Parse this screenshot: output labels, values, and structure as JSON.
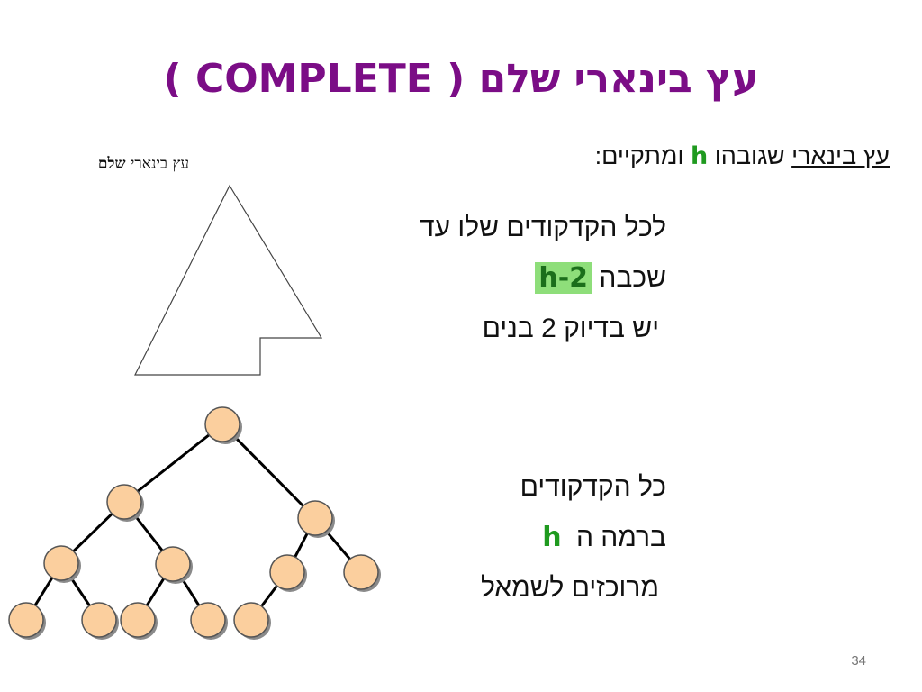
{
  "slide": {
    "title": "עץ בינארי שלם ( COMPLETE )",
    "subtitle": {
      "part1": "עץ בינארי",
      "part2": " שגובהו ",
      "h": "h",
      "part3": " ומתקיים:"
    },
    "rule1": {
      "line1": "לכל הקדקודים שלו עד",
      "line2_prefix": "שכבה ",
      "line2_value": "h-2",
      "line3": "יש בדיוק 2 בנים"
    },
    "rule2": {
      "line1": "כל הקדקודים",
      "line2_prefix": "ברמה ה ",
      "line2_value": "h",
      "line3": "מרוכזים לשמאל"
    },
    "shape_label": {
      "normal": "עץ בינארי ",
      "bold": "שלם"
    },
    "page_number": "34"
  },
  "colors": {
    "title": "#7b0d86",
    "green": "#1f9a1f",
    "highlight": "#8ede7a",
    "node_fill": "#fbcf9e",
    "node_stroke": "#555555"
  },
  "tree": {
    "nodes": [
      "root",
      "L",
      "R",
      "LL",
      "LR",
      "RL",
      "RR",
      "LLL",
      "LLR",
      "LRL",
      "LRR",
      "RLL"
    ],
    "edges": [
      [
        "root",
        "L"
      ],
      [
        "root",
        "R"
      ],
      [
        "L",
        "LL"
      ],
      [
        "L",
        "LR"
      ],
      [
        "R",
        "RL"
      ],
      [
        "R",
        "RR"
      ],
      [
        "LL",
        "LLL"
      ],
      [
        "LL",
        "LLR"
      ],
      [
        "LR",
        "LRL"
      ],
      [
        "LR",
        "LRR"
      ],
      [
        "RL",
        "RLL"
      ]
    ]
  }
}
